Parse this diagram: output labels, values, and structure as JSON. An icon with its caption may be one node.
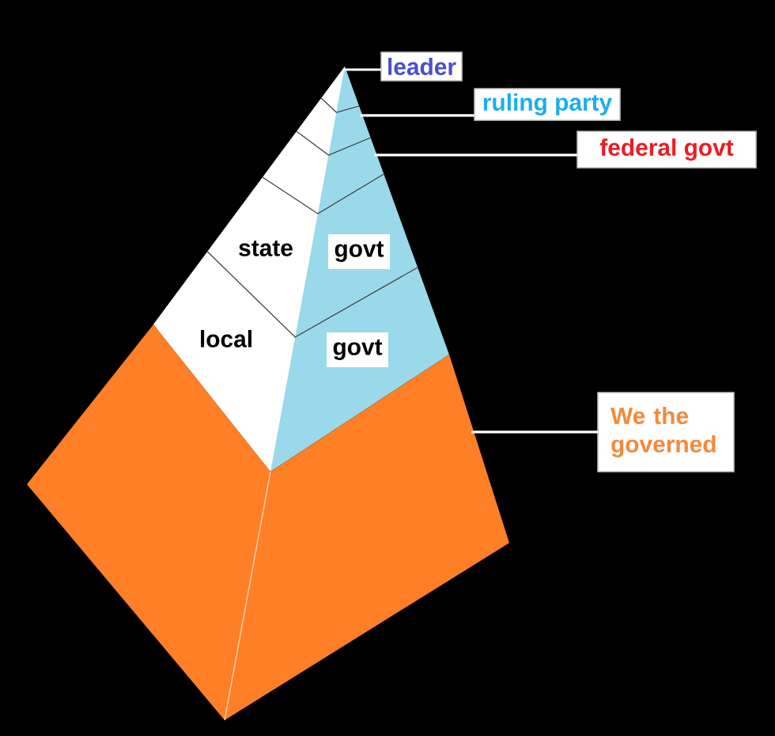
{
  "diagram": {
    "nodes": [
      {
        "text": [
          "leader"
        ]
      },
      {
        "text": [],
        "shape": "triangle"
      },
      {
        "text": [
          "ruling party"
        ]
      },
      {
        "text": [],
        "shape": "band"
      },
      {
        "text": [
          "federal govt"
        ]
      },
      {
        "text": [],
        "shape": "band"
      },
      {
        "text": [
          "state",
          "govt"
        ]
      },
      {
        "text": [
          "local",
          "govt"
        ]
      },
      {
        "text": [],
        "shape": "band"
      },
      {
        "text": [
          "We the governed"
        ]
      }
    ],
    "edges": [
      {
        "from": 0,
        "to": 1,
        "arrow": "none"
      },
      {
        "from": 2,
        "to": 3,
        "arrow": "none"
      },
      {
        "from": 4,
        "to": 5,
        "arrow": "none"
      },
      {
        "from": 9,
        "to": 8,
        "arrow": "none"
      }
    ]
  }
}
